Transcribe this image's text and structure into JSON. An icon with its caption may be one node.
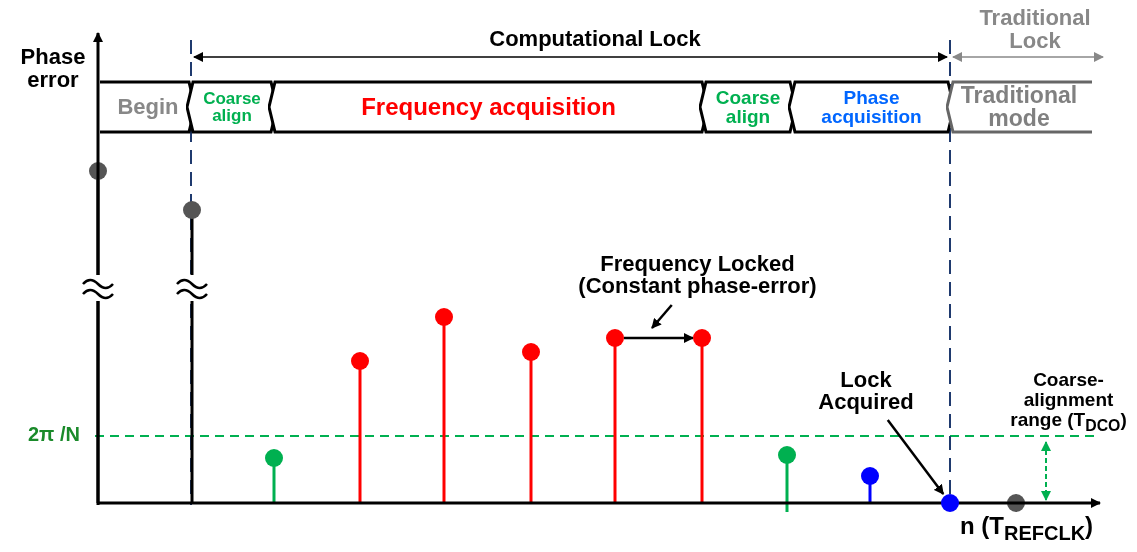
{
  "diagram": {
    "nodes": [
      {
        "text": [
          "Begin"
        ]
      },
      {
        "text": [
          "Coarse align"
        ]
      },
      {
        "text": [
          "Frequency acquisition"
        ]
      },
      {
        "text": [
          "Coarse align"
        ]
      },
      {
        "text": [
          "Phase acquisition"
        ]
      },
      {
        "text": [
          "Traditional mode"
        ]
      },
      {
        "text": [
          "Frequency Locked (Constant phase-error)"
        ]
      },
      {
        "text": [],
        "shape": "circle"
      },
      {
        "text": [],
        "shape": "circle"
      },
      {
        "text": [
          "Lock Acquired"
        ]
      },
      {
        "text": [],
        "shape": "circle"
      }
    ],
    "edges": [
      {
        "from": 7,
        "to": 8,
        "arrow": "to"
      },
      {
        "from": 6,
        "to": null,
        "arrow": "to"
      },
      {
        "from": 9,
        "to": 10,
        "arrow": "to"
      }
    ],
    "labels": [
      "Phase error",
      "Computational Lock",
      "Traditional Lock",
      "2π /N",
      "Coarse- alignment range (T$_{DCO}$)",
      "n (T$_{REFCLK}$)"
    ]
  }
}
